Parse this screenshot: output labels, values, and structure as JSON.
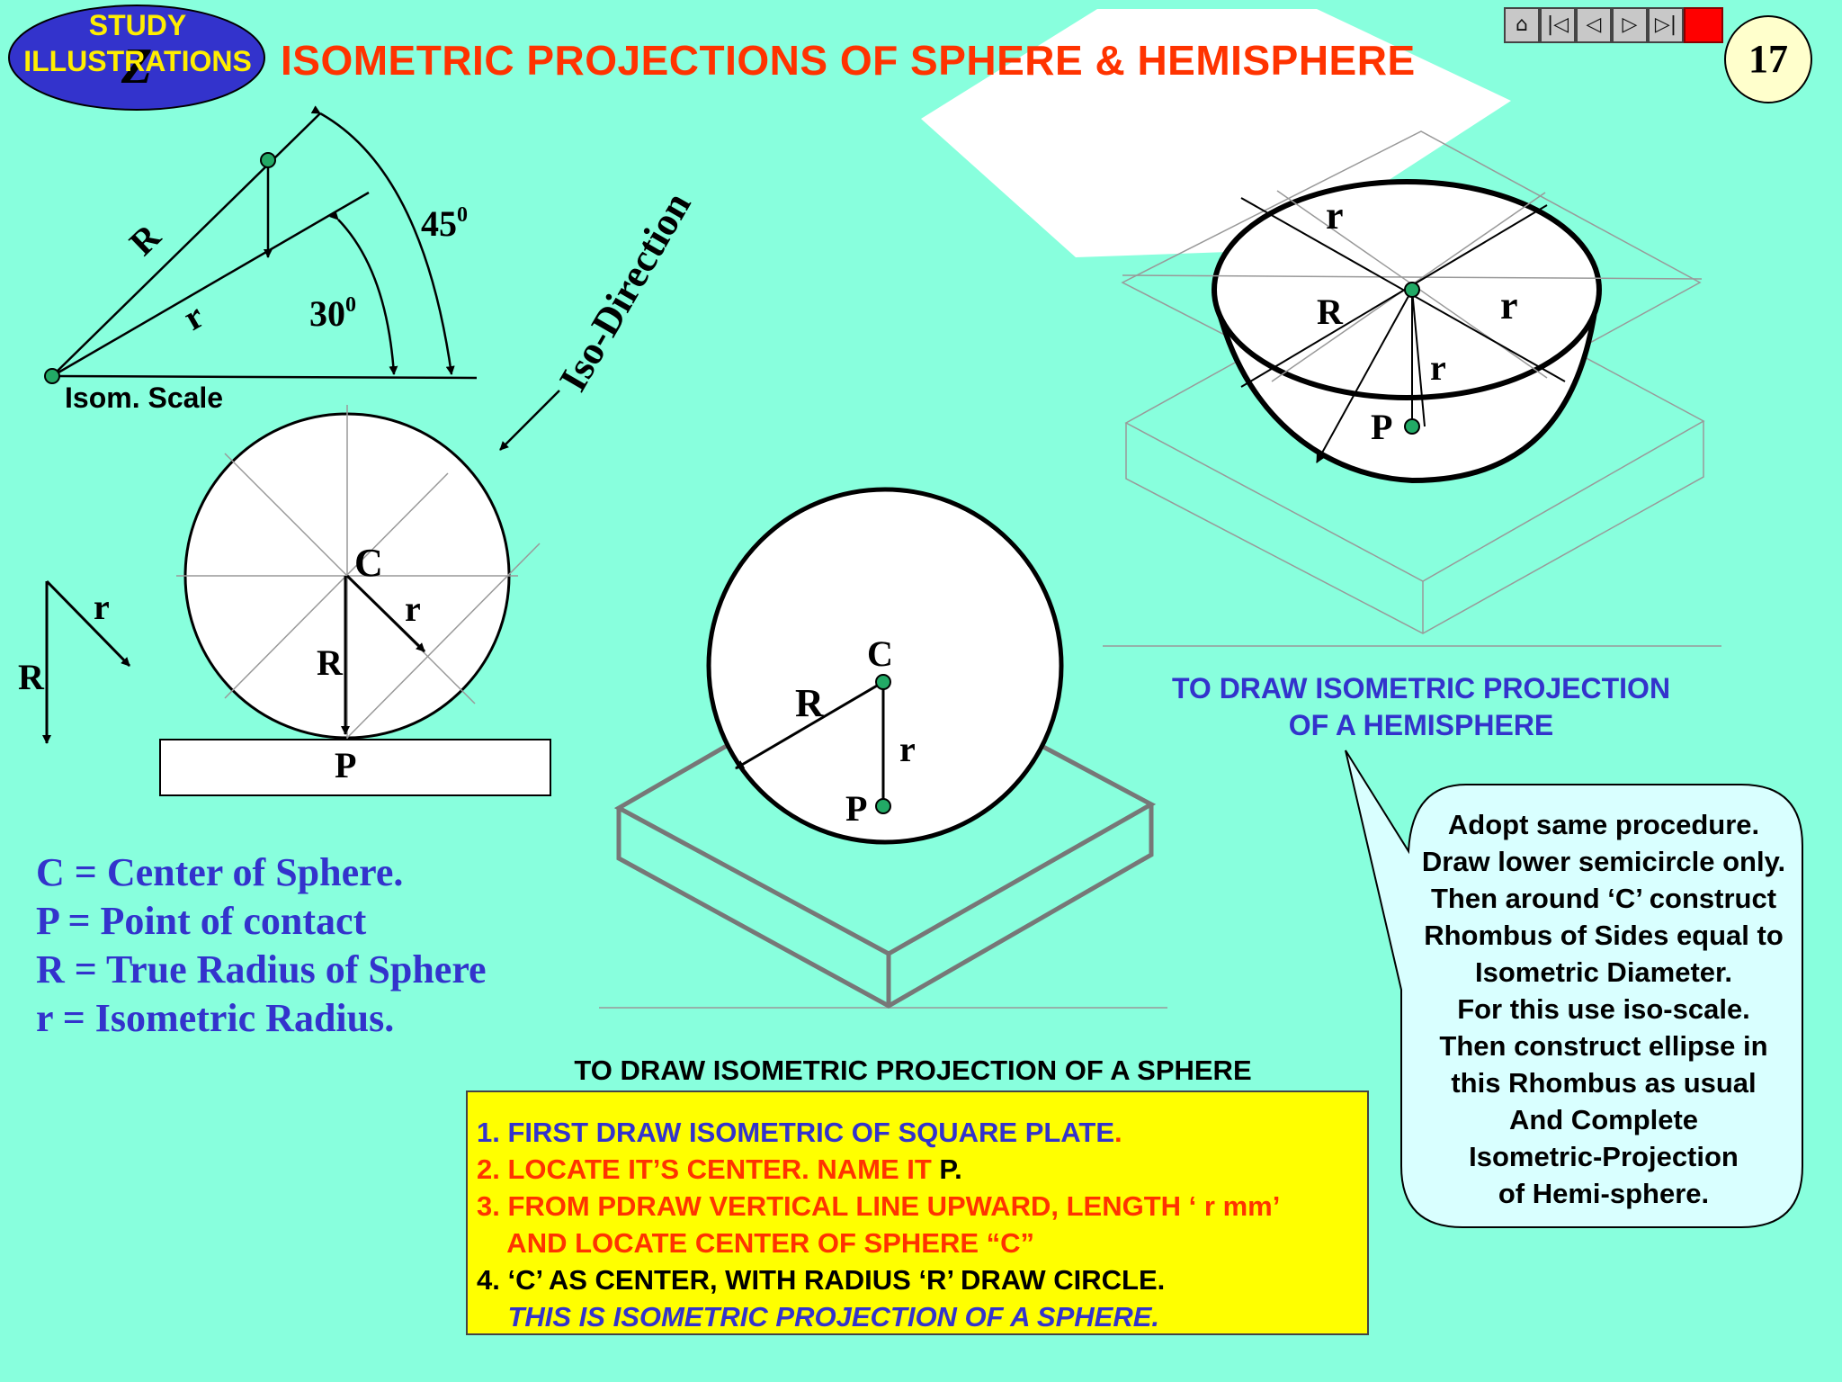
{
  "colors": {
    "background": "#88ffdd",
    "title": "#ff3300",
    "badge_fill": "#3333cc",
    "badge_text": "#ffee00",
    "legend_text": "#3333cc",
    "steps_box": "#ffff00",
    "callout_fill": "#d9ffff",
    "point_marker": "#22aa66"
  },
  "header": {
    "badge_line1": "STUDY",
    "badge_line2": "ILLUSTRATIONS",
    "badge_logo": "Z",
    "title": "ISOMETRIC PROJECTIONS OF SPHERE & HEMISPHERE",
    "page_number": "17"
  },
  "nav": {
    "home_icon": "⌂",
    "first_icon": "|◁",
    "prev_icon": "◁",
    "next_icon": "▷",
    "last_icon": "▷|",
    "stop_icon": ""
  },
  "scale_diagram": {
    "label_R": "R",
    "label_r": "r",
    "angle_45": "45",
    "angle_45_sup": "0",
    "angle_30": "30",
    "angle_30_sup": "0",
    "caption": "Isom. Scale",
    "iso_direction": "Iso-Direction"
  },
  "sphere_elevation": {
    "label_C": "C",
    "label_r": "r",
    "label_R": "R",
    "label_P": "P",
    "side_r": "r",
    "side_R": "R"
  },
  "legend": [
    "C = Center of Sphere.",
    "P = Point of contact",
    "R = True Radius of Sphere",
    " r = Isometric Radius."
  ],
  "sphere_iso": {
    "label_C": "C",
    "label_R": "R",
    "label_r": "r",
    "label_P": "P"
  },
  "hemisphere": {
    "label_r_top": "r",
    "label_R": "R",
    "label_r_right": "r",
    "label_r_vertical": "r",
    "label_P": "P",
    "title_line1": "TO DRAW ISOMETRIC PROJECTION",
    "title_line2": "OF A HEMISPHERE"
  },
  "callout": [
    "Adopt same procedure.",
    "Draw lower semicircle only.",
    "Then around ‘C’ construct",
    "Rhombus of Sides equal to",
    "Isometric Diameter.",
    "For this use iso-scale.",
    "Then construct ellipse in",
    "this Rhombus as usual",
    "And Complete",
    "Isometric-Projection",
    "of Hemi-sphere."
  ],
  "steps": {
    "title": "TO DRAW ISOMETRIC PROJECTION OF A SPHERE",
    "s1": "1. FIRST DRAW ISOMETRIC OF SQUARE PLATE",
    "s1_end": ".",
    "s2": "2. LOCATE IT’S CENTER. NAME IT ",
    "s2_end": "P.",
    "s3a": "3. FROM PDRAW VERTICAL LINE UPWARD, LENGTH ‘ r mm’",
    "s3b": "    AND LOCATE CENTER OF SPHERE “C”",
    "s4": "4. ‘C’ AS CENTER, WITH RADIUS ‘R’ DRAW CIRCLE.",
    "s5": "    THIS IS ISOMETRIC PROJECTION OF A SPHERE."
  }
}
